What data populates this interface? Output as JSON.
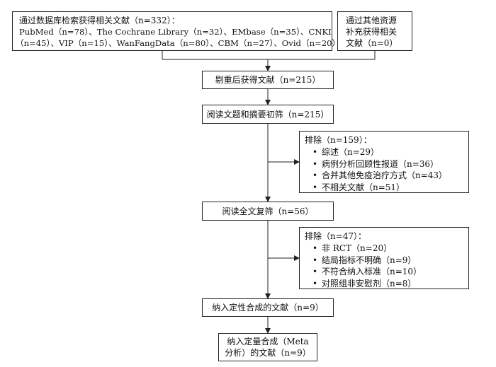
{
  "flow": {
    "search": {
      "line1": "通过数据库检索获得相关文献（n=332）：",
      "line2": "PubMed（n=78）、The Cochrane Library（n=32）、EMbase（n=35）、CNKI",
      "line3": "（n=45）、VIP（n=15）、WanFangData（n=80）、CBM（n=27）、Ovid（n=20）"
    },
    "other": {
      "line1": "通过其他资源",
      "line2": "补充获得相关",
      "line3": "文献（n=0）"
    },
    "dedup": "剔重后获得文献（n=215）",
    "screen": "阅读文题和摘要初筛（n=215）",
    "exclude1": {
      "title": "排除（n=159）：",
      "items": [
        "综述（n=29）",
        "病例分析回顾性报道（n=36）",
        "合并其他免疫治疗方式（n=43）",
        "不相关文献（n=51）"
      ]
    },
    "fulltext": "阅读全文复筛（n=56）",
    "exclude2": {
      "title": "排除（n=47）：",
      "items": [
        "非 RCT（n=20）",
        "结局指标不明确（n=9）",
        "不符合纳入标准（n=10）",
        "对照组非安慰剂（n=8）"
      ]
    },
    "qualitative": "纳入定性合成的文献（n=9）",
    "quantitative": {
      "line1": "纳入定量合成（Meta",
      "line2": "分析）的文献（n=9）"
    }
  }
}
